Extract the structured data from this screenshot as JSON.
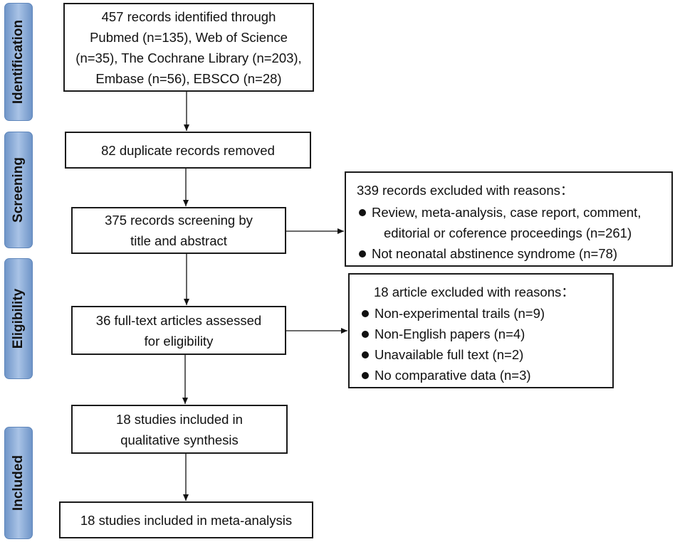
{
  "stages": [
    {
      "id": "identification",
      "label": "Identification"
    },
    {
      "id": "screening",
      "label": "Screening"
    },
    {
      "id": "eligibility",
      "label": "Eligibility"
    },
    {
      "id": "included",
      "label": "Included"
    }
  ],
  "boxes": {
    "identified": {
      "lines": [
        "457 records identified through",
        "Pubmed (n=135),  Web of Science",
        "(n=35), The Cochrane Library (n=203),",
        "Embase (n=56), EBSCO (n=28)"
      ]
    },
    "duplicates": {
      "lines": [
        "82 duplicate records removed"
      ]
    },
    "screening": {
      "lines": [
        "375 records screening by",
        "title and abstract"
      ]
    },
    "fulltext": {
      "lines": [
        "36 full-text articles assessed",
        "for eligibility"
      ]
    },
    "qualitative": {
      "lines": [
        "18 studies included in",
        "qualitative synthesis"
      ]
    },
    "meta": {
      "lines": [
        "18 studies included in meta-analysis"
      ]
    }
  },
  "exclusions": {
    "screening": {
      "heading": "339 records excluded with reasons：",
      "items": [
        {
          "lines": [
            "Review, meta-analysis, case report, comment,",
            "editorial or coference proceedings (n=261)"
          ]
        },
        {
          "lines": [
            "Not neonatal abstinence syndrome (n=78)"
          ]
        }
      ]
    },
    "eligibility": {
      "heading": "18 article excluded with reasons：",
      "items": [
        {
          "lines": [
            "Non-experimental trails (n=9)"
          ]
        },
        {
          "lines": [
            "Non-English papers (n=4)"
          ]
        },
        {
          "lines": [
            "Unavailable full text (n=2)"
          ]
        },
        {
          "lines": [
            "No comparative data (n=3)"
          ]
        }
      ]
    }
  }
}
